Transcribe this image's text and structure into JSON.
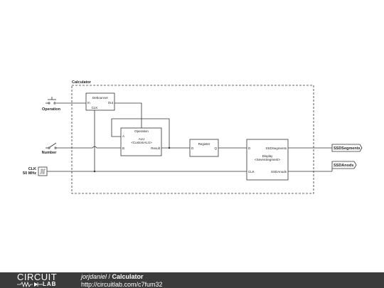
{
  "diagram": {
    "frame_label": "Calculator",
    "inputs": {
      "operation": "Operation",
      "number": "Number",
      "clk": "CLK",
      "clk_freq": "50 MHz"
    },
    "blocks": {
      "debouncer": {
        "title": "Debouncer",
        "pin_in": "In",
        "pin_out": "Out",
        "pin_clk": "CLK"
      },
      "alu": {
        "pin_operation": "Operation",
        "title": "ALU",
        "subtitle": "<CustomALU>",
        "pin_a": "A",
        "pin_b": "B",
        "pin_result": "Result"
      },
      "register": {
        "title": "Register",
        "pin_d": "D",
        "pin_q": "Q"
      },
      "display": {
        "pin_d": "D",
        "pin_ssdsegments": "SSDSegments",
        "title": "Display",
        "subtitle": "<SevenSegment>",
        "pin_clk": "CLK",
        "pin_ssdanods": "SSDAnods"
      }
    },
    "outputs": {
      "ssd_segments": "SSDSegments",
      "ssd_anods": "SSDAnods"
    }
  },
  "footer": {
    "logo_top": "CIRCUIT",
    "logo_bottom": "LAB",
    "author": "jorjdaniel",
    "separator": " / ",
    "title": "Calculator",
    "url": "http://circuitlab.com/c7fum32"
  }
}
